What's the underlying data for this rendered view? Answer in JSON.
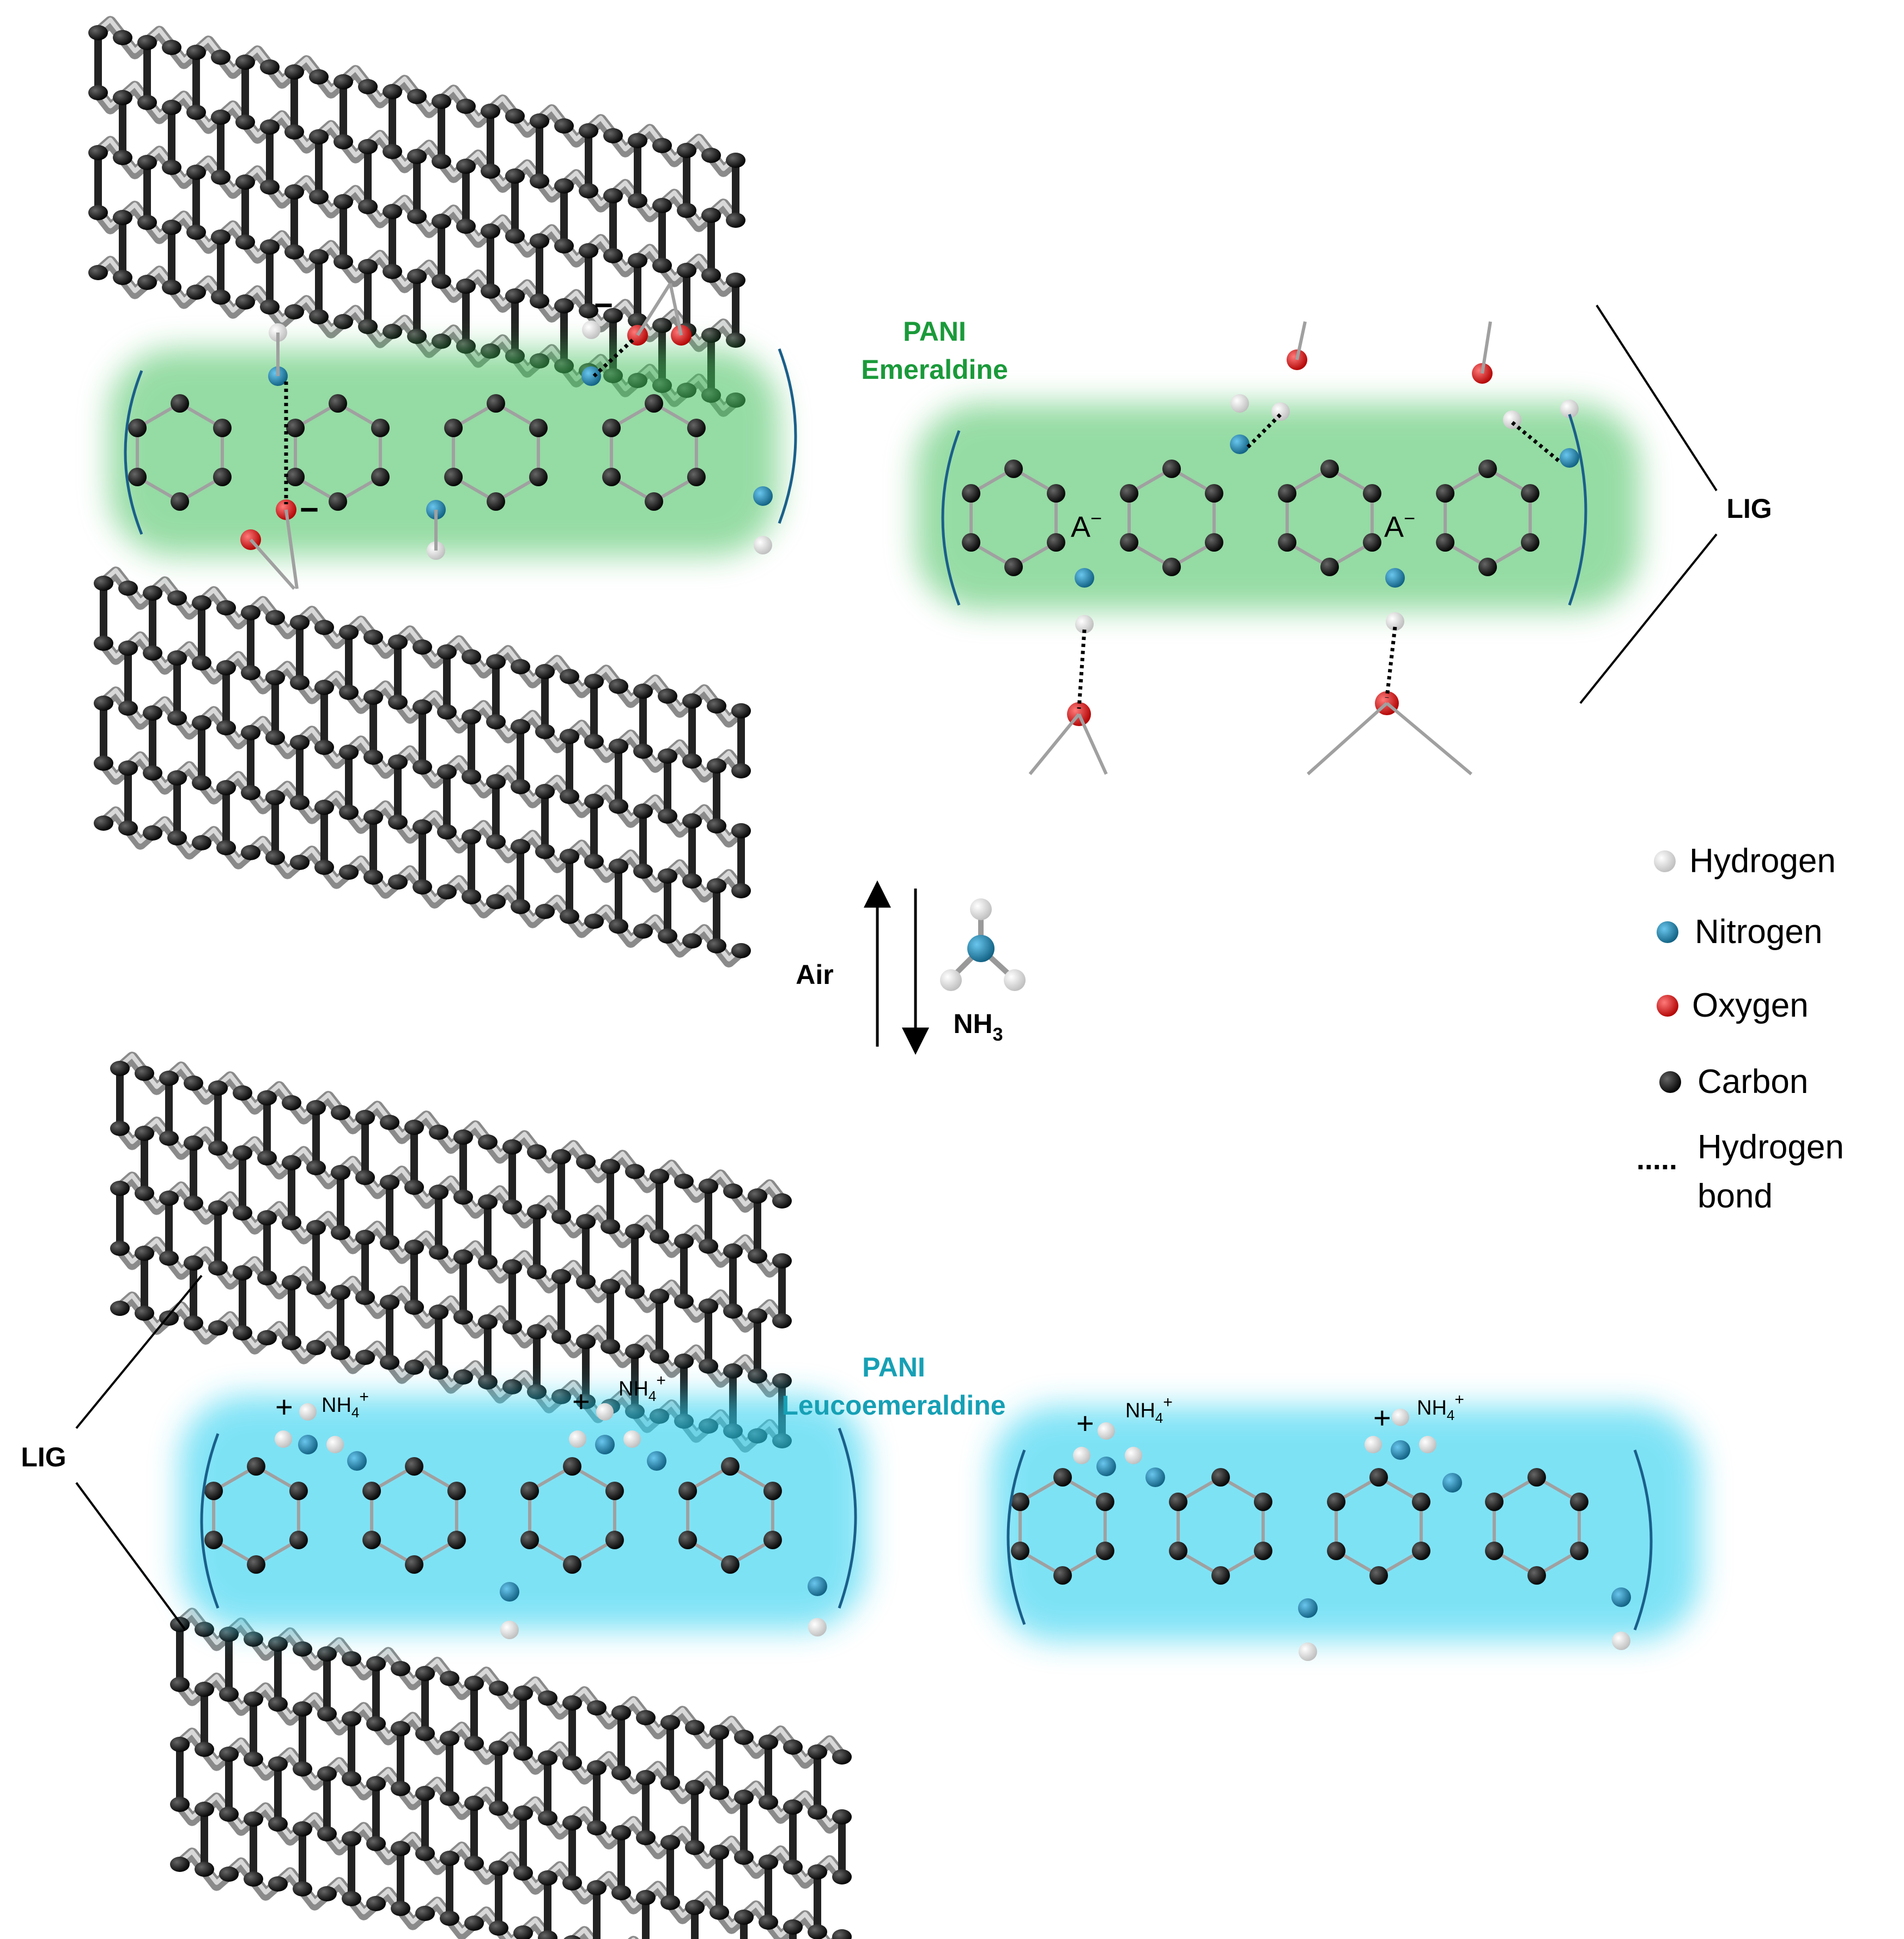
{
  "labels": {
    "pani_emeraldine_1": "PANI",
    "pani_emeraldine_2": "Emeraldine",
    "pani_leuco_1": "PANI",
    "pani_leuco_2": "Leucoemeraldine",
    "lig_top": "LIG",
    "lig_bottom": "LIG",
    "air": "Air",
    "nh3": "NH",
    "nh3_sub": "3",
    "a_minus_1": "A",
    "a_minus_2": "A",
    "minus_sup": "−",
    "plus": "+",
    "nh4_base": "NH",
    "nh4_sub": "4",
    "nh4_sup": "+",
    "charge_minus": "−",
    "lone_pair": "¨"
  },
  "legend": {
    "hydrogen": "Hydrogen",
    "nitrogen": "Nitrogen",
    "oxygen": "Oxygen",
    "carbon": "Carbon",
    "hbond_1": "Hydrogen",
    "hbond_2": "bond",
    "hbond_symbol": "....."
  },
  "colors": {
    "carbon": "#111111",
    "hydrogen": "#f2f2f2",
    "nitrogen": "#1a7fa8",
    "oxygen": "#e01010",
    "emeraldine_label": "#1a9a3a",
    "leuco_label": "#16a0b5",
    "glow_green": "#3fbf5a",
    "glow_cyan": "#2ad0f0",
    "bond_grey": "#a0a0a0"
  }
}
